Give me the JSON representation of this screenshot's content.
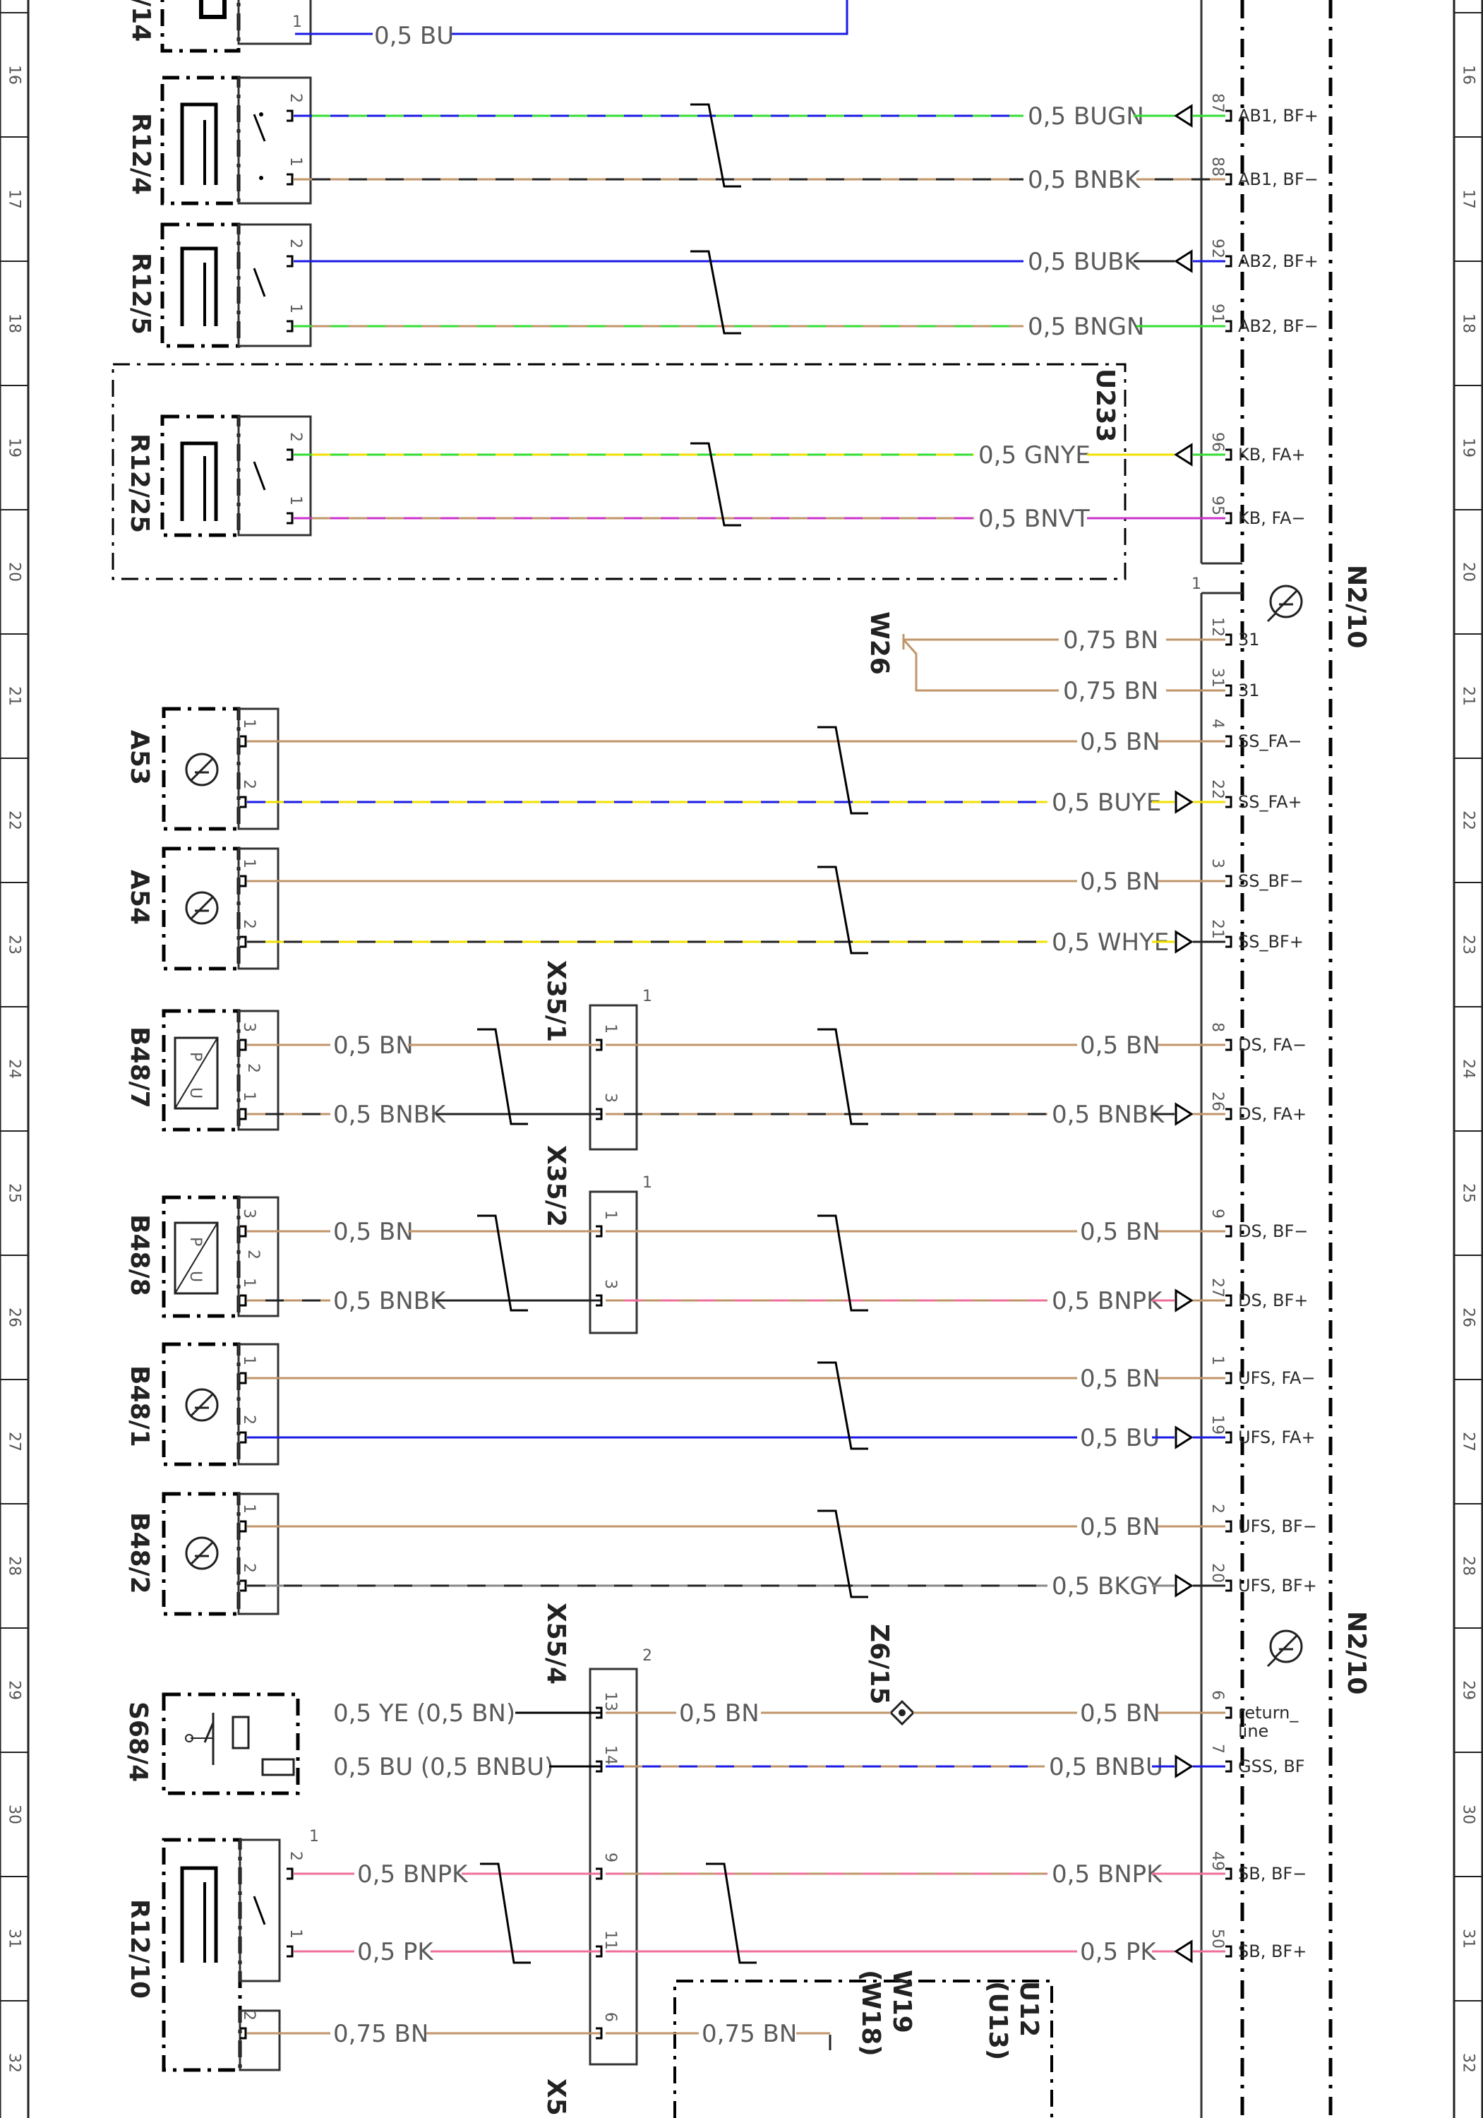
{
  "ruler": {
    "rows": [
      {
        "num": "16"
      },
      {
        "num": "17"
      },
      {
        "num": "18"
      },
      {
        "num": "19"
      },
      {
        "num": "20"
      },
      {
        "num": "21"
      },
      {
        "num": "22"
      },
      {
        "num": "23"
      },
      {
        "num": "24"
      },
      {
        "num": "25"
      },
      {
        "num": "26"
      },
      {
        "num": "27"
      },
      {
        "num": "28"
      },
      {
        "num": "29"
      },
      {
        "num": "30"
      },
      {
        "num": "31"
      },
      {
        "num": "32"
      }
    ]
  },
  "components": {
    "x_14": "/14",
    "r12_4": "R12/4",
    "r12_5": "R12/5",
    "r12_25": "R12/25",
    "u233": "U233",
    "a53": "A53",
    "a54": "A54",
    "b48_7": "B48/7",
    "b48_8": "B48/8",
    "b48_1": "B48/1",
    "b48_2": "B48/2",
    "s68_4": "S68/4",
    "r12_10": "R12/10",
    "x35_1": "X35/1",
    "x35_2": "X35/2",
    "x55_4": "X55/4",
    "x55_cut": "X5",
    "w26": "W26",
    "z6_15": "Z6/15",
    "n2_10_top": "N2/10",
    "n2_10_bottom": "N2/10",
    "w19": "W19",
    "w18": "(W18)",
    "u12": "U12",
    "u13": "(U13)",
    "pu": "P",
    "uu": "U"
  },
  "wires": [
    {
      "label": "0,5 BU",
      "pinA": "1",
      "pinB": "",
      "signal": ""
    },
    {
      "label": "0,5 BUGN",
      "pinA": "2",
      "pinB": "87",
      "signal": "AB1, BF+"
    },
    {
      "label": "0,5 BNBK",
      "pinA": "1",
      "pinB": "88",
      "signal": "AB1, BF−"
    },
    {
      "label": "0,5 BUBK",
      "pinA": "2",
      "pinB": "92",
      "signal": "AB2, BF+"
    },
    {
      "label": "0,5 BNGN",
      "pinA": "1",
      "pinB": "91",
      "signal": "AB2, BF−"
    },
    {
      "label": "0,5 GNYE",
      "pinA": "2",
      "pinB": "96",
      "signal": "KB, FA+"
    },
    {
      "label": "0,5 BNVT",
      "pinA": "1",
      "pinB": "95",
      "signal": "KB, FA−"
    },
    {
      "label": "0,75 BN",
      "pinA": "",
      "pinB": "12",
      "signal": "31"
    },
    {
      "label": "0,75 BN",
      "pinA": "",
      "pinB": "31",
      "signal": "31"
    },
    {
      "label": "0,5 BN",
      "pinA": "1",
      "pinB": "4",
      "signal": "SS_FA−"
    },
    {
      "label": "0,5 BUYE",
      "pinA": "2",
      "pinB": "22",
      "signal": "SS_FA+"
    },
    {
      "label": "0,5 BN",
      "pinA": "1",
      "pinB": "3",
      "signal": "SS_BF−"
    },
    {
      "label": "0,5 WHYE",
      "pinA": "2",
      "pinB": "21",
      "signal": "SS_BF+"
    },
    {
      "label": "0,5 BN",
      "labelL": "0,5 BN",
      "pinA": "3",
      "pinB": "8",
      "pinM": "1",
      "signal": "DS, FA−"
    },
    {
      "label": "0,5 BNBK",
      "labelL": "0,5 BNBK",
      "pinA": "1",
      "pinB": "26",
      "pinM": "3",
      "signal": "DS, FA+"
    },
    {
      "label": "0,5 BN",
      "labelL": "0,5 BN",
      "pinA": "3",
      "pinB": "9",
      "pinM": "1",
      "signal": "DS, BF−"
    },
    {
      "label": "0,5 BNPK",
      "labelL": "0,5 BNBK",
      "pinA": "1",
      "pinB": "27",
      "pinM": "3",
      "signal": "DS, BF+"
    },
    {
      "label": "0,5 BN",
      "pinA": "1",
      "pinB": "1",
      "signal": "UFS, FA−"
    },
    {
      "label": "0,5 BU",
      "pinA": "2",
      "pinB": "19",
      "signal": "UFS, FA+"
    },
    {
      "label": "0,5 BN",
      "pinA": "1",
      "pinB": "2",
      "signal": "UFS, BF−"
    },
    {
      "label": "0,5 BKGY",
      "pinA": "2",
      "pinB": "20",
      "signal": "UFS, BF+"
    },
    {
      "label": "0,5 BN",
      "labelL": "0,5 YE (0,5 BN)",
      "labelM": "0,5 BN",
      "pinA": "",
      "pinB": "6",
      "pinM": "13",
      "signal": "return_",
      "signal2": "line"
    },
    {
      "label": "0,5 BNBU",
      "labelL": "0,5 BU (0,5 BNBU)",
      "pinA": "",
      "pinB": "7",
      "pinM": "14",
      "signal": "GSS, BF"
    },
    {
      "label": "0,5 BNPK",
      "labelL": "0,5 BNPK",
      "pinA": "2",
      "pinB": "49",
      "pinM": "9",
      "signal": "SB, BF−"
    },
    {
      "label": "0,5 PK",
      "labelL": "0,5 PK",
      "pinA": "1",
      "pinB": "50",
      "pinM": "11",
      "signal": "SB, BF+"
    },
    {
      "label": "0,75 BN",
      "labelL": "0,75 BN",
      "pinA": "2",
      "pinB": "",
      "pinM": "6",
      "signal": ""
    }
  ],
  "pin_extra": {
    "b48_7_p2": "2",
    "b48_8_p2": "2",
    "x35_1_top": "1",
    "x35_2_top": "1",
    "x55_4_top": "2",
    "n2_bracket": "1",
    "r12_10_top": "1"
  },
  "colors": {
    "brown": "#c0956a",
    "blue": "#1a1ae6",
    "green": "#33dd33",
    "yellow": "#f0e000",
    "black": "#222222",
    "pink": "#ee6f9a",
    "violet": "#cc33cc",
    "grey": "#888888"
  }
}
